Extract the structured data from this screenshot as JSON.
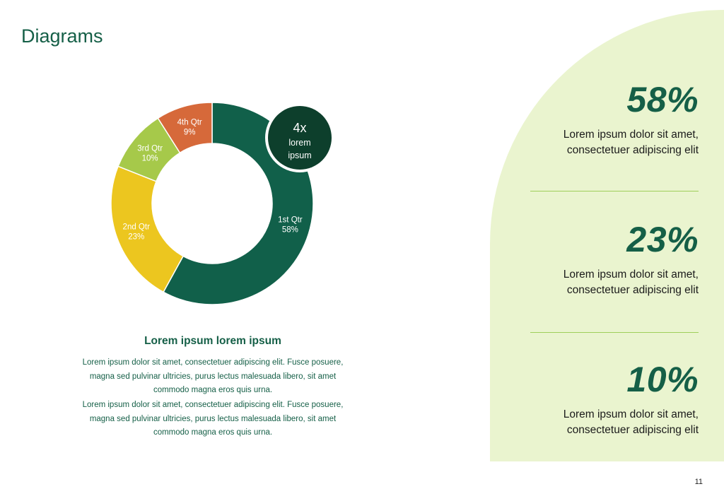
{
  "page": {
    "title": "Diagrams",
    "page_number": "11"
  },
  "badge": {
    "big": "4x",
    "line1": "lorem",
    "line2": "ipsum",
    "color": "#0d3f2c"
  },
  "stats": [
    {
      "value": "58%",
      "desc_line1": "Lorem ipsum dolor sit amet,",
      "desc_line2": "consectetuer adipiscing elit"
    },
    {
      "value": "23%",
      "desc_line1": "Lorem ipsum dolor sit amet,",
      "desc_line2": "consectetuer adipiscing elit"
    },
    {
      "value": "10%",
      "desc_line1": "Lorem ipsum dolor sit amet,",
      "desc_line2": "consectetuer adipiscing elit"
    }
  ],
  "caption": {
    "title": "Lorem ipsum lorem ipsum",
    "para1": [
      "Lorem ipsum dolor sit amet, consectetuer adipiscing elit. Fusce posuere,",
      "magna sed pulvinar ultricies, purus lectus malesuada libero, sit amet",
      "commodo magna eros quis urna."
    ],
    "para2": [
      "Lorem ipsum dolor sit amet, consectetuer adipiscing elit. Fusce posuere,",
      "magna sed pulvinar ultricies, purus lectus malesuada libero, sit amet",
      "commodo magna eros quis urna."
    ]
  },
  "colors": {
    "accent": "#155f47",
    "panel": "#eaf4cf",
    "divider": "#9fcf5a"
  },
  "chart_data": {
    "type": "pie",
    "donut": true,
    "start_angle_deg": 0,
    "direction": "clockwise",
    "series": [
      {
        "categories": [
          "1st Qtr",
          "2nd Qtr",
          "3rd Qtr",
          "4th Qtr"
        ],
        "values": [
          58,
          23,
          10,
          9
        ],
        "labels": [
          "58%",
          "23%",
          "10%",
          "9%"
        ],
        "colors": [
          "#11604a",
          "#ecc61f",
          "#a6c94a",
          "#d6693a"
        ]
      }
    ],
    "legend": "none"
  }
}
